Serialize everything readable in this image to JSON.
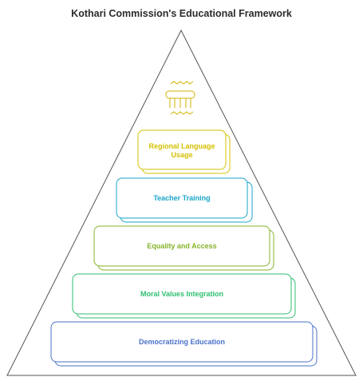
{
  "title": "Kothari Commission's Educational Framework",
  "icon": "pillar-icon",
  "colors": {
    "outline": "#555555",
    "tier_1": "#d4c100",
    "tier_2": "#1aa6c9",
    "tier_3": "#84b42a",
    "tier_4": "#2fbf71",
    "tier_5": "#4a72c9",
    "icon": "#d4b300"
  },
  "tiers": [
    {
      "lines": [
        "Regional Language",
        "Usage"
      ]
    },
    {
      "lines": [
        "Teacher Training"
      ]
    },
    {
      "lines": [
        "Equality and Access"
      ]
    },
    {
      "lines": [
        "Moral Values Integration"
      ]
    },
    {
      "lines": [
        "Democratizing Education"
      ]
    }
  ]
}
